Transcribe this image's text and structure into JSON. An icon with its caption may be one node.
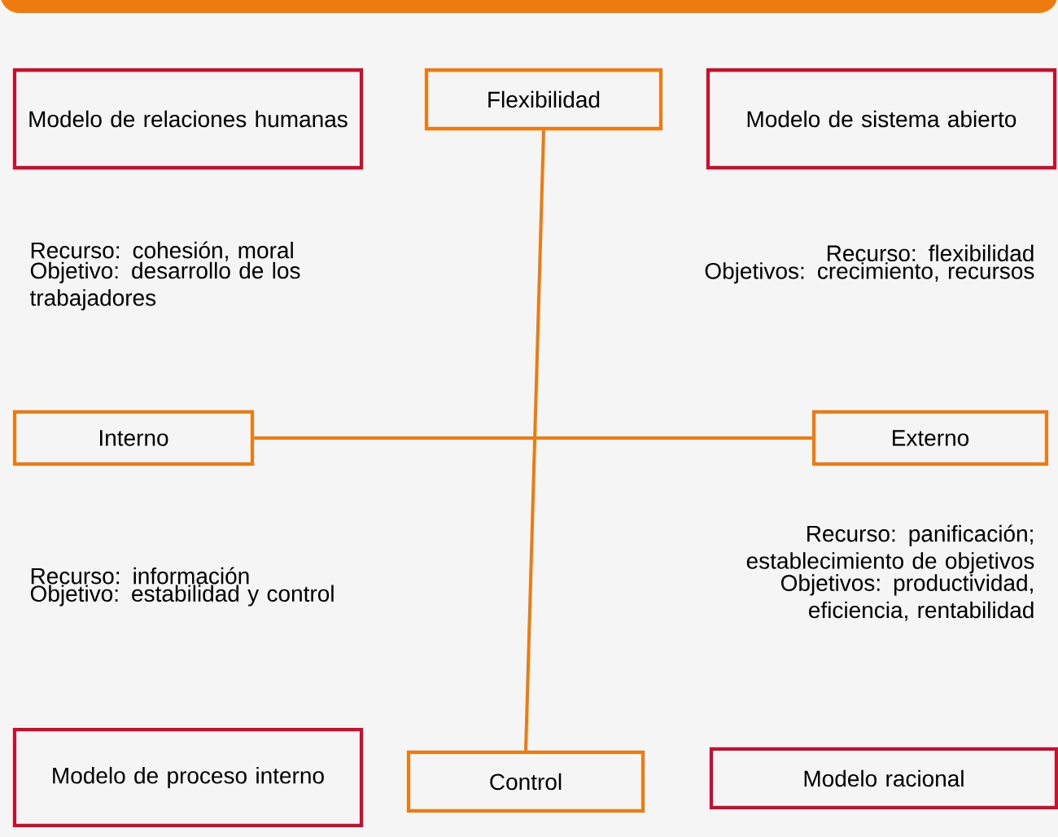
{
  "diagram": {
    "nodes": [
      {
        "text": [
          "Modelo de relaciones humanas"
        ]
      },
      {
        "text": [
          "Flexibilidad"
        ]
      },
      {
        "text": [
          "Modelo de sistema abierto"
        ]
      },
      {
        "text": [
          "Interno"
        ]
      },
      {
        "text": [
          "Externo"
        ]
      },
      {
        "text": [
          "Modelo de proceso interno"
        ]
      },
      {
        "text": [
          "Control"
        ]
      },
      {
        "text": [
          "Modelo racional"
        ]
      }
    ],
    "edges": [
      {
        "from": 1,
        "to": 6,
        "arrow": "none"
      },
      {
        "from": 3,
        "to": 4,
        "arrow": "none"
      }
    ],
    "labels": [
      "Recurso: cohesión, moral",
      "Objetivo: desarrollo de los trabajadores",
      "Recurso: flexibilidad",
      "Objetivos: crecimiento, recursos",
      "Recurso: información",
      "Objetivo: estabilidad y control",
      "Recurso: panificación; establecimiento de objetivos",
      "Objetivos: productividad, eficiencia, rentabilidad"
    ]
  }
}
